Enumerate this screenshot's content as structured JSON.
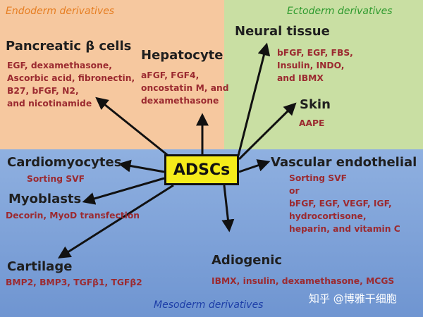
{
  "regions": {
    "endoderm": {
      "label": "Endoderm derivatives",
      "color": "#f6c89f"
    },
    "ectoderm": {
      "label": "Ectoderm derivatives",
      "color": "#c9dfa3"
    },
    "mesoderm": {
      "label": "Mesoderm derivatives",
      "color": "#6f95d1"
    }
  },
  "center": {
    "label": "ADSCs",
    "color": "#f5ec1a"
  },
  "nodes": {
    "pancreatic": {
      "title": "Pancreatic β cells",
      "lines": [
        "EGF, dexamethasone,",
        "Ascorbic acid, fibronectin,",
        "B27, bFGF, N2,",
        "and nicotinamide"
      ]
    },
    "hepatocyte": {
      "title": "Hepatocyte",
      "lines": [
        "aFGF, FGF4,",
        "oncostatin M, and",
        "dexamethasone"
      ]
    },
    "neural": {
      "title": "Neural tissue",
      "lines": [
        "bFGF, EGF, FBS,",
        "Insulin, INDO,",
        "and IBMX"
      ]
    },
    "skin": {
      "title": "Skin",
      "lines": [
        "AAPE"
      ]
    },
    "cardio": {
      "title": "Cardiomyocytes",
      "lines": [
        "Sorting SVF"
      ]
    },
    "myoblasts": {
      "title": "Myoblasts",
      "lines": [
        "Decorin, MyoD transfection"
      ]
    },
    "vascular": {
      "title": "Vascular endothelial",
      "lines": [
        "Sorting SVF",
        "or",
        "bFGF, EGF, VEGF, IGF,",
        "hydrocortisone,",
        "heparin, and vitamin C"
      ]
    },
    "cartilage": {
      "title": "Cartilage",
      "lines": [
        "BMP2, BMP3, TGFβ1, TGFβ2"
      ]
    },
    "adiogenic": {
      "title": "Adiogenic",
      "lines": [
        "IBMX, insulin, dexamethasone, MCGS"
      ]
    }
  },
  "watermark": "知乎 @博雅干细胞"
}
